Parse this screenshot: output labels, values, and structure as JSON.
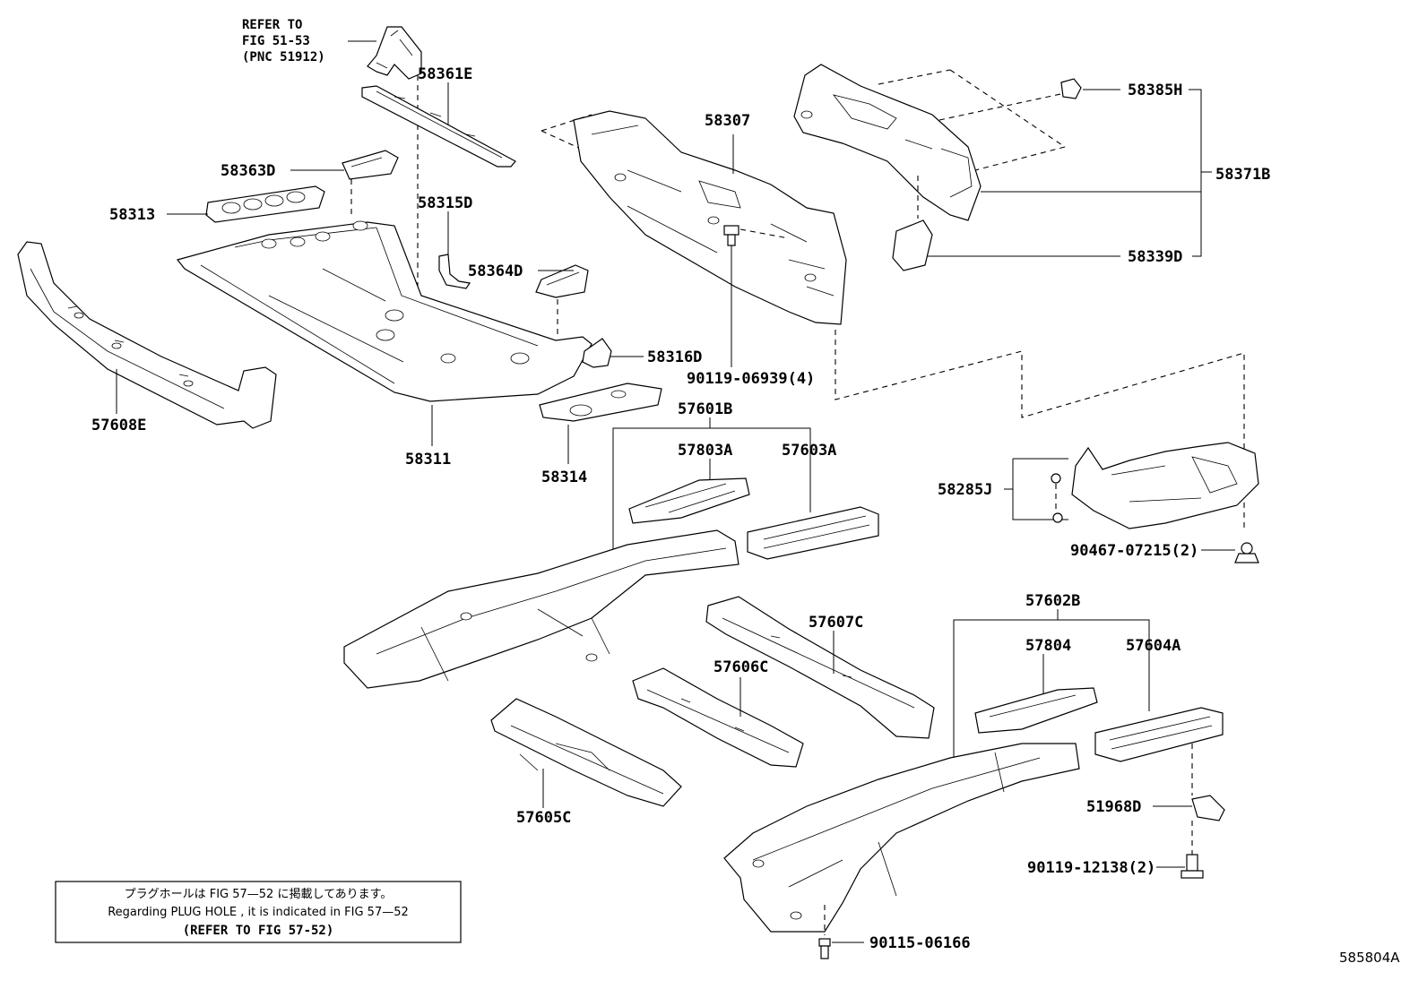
{
  "reference_note": {
    "line1": "REFER TO",
    "line2": "FIG 51-53",
    "line3": "(PNC 51912)"
  },
  "part_labels": {
    "p58361E": "58361E",
    "p58363D": "58363D",
    "p58313": "58313",
    "p58315D": "58315D",
    "p58364D": "58364D",
    "p58316D": "58316D",
    "p58311": "58311",
    "p58314": "58314",
    "p57608E": "57608E",
    "p58307": "58307",
    "p90119_06939": "90119-06939(4)",
    "p58385H": "58385H",
    "p58371B": "58371B",
    "p58339D": "58339D",
    "p57601B": "57601B",
    "p57803A": "57803A",
    "p57603A": "57603A",
    "p58285J": "58285J",
    "p90467_07215": "90467-07215(2)",
    "p57607C": "57607C",
    "p57606C": "57606C",
    "p57605C": "57605C",
    "p57602B": "57602B",
    "p57804": "57804",
    "p57604A": "57604A",
    "p51968D": "51968D",
    "p90119_12138": "90119-12138(2)",
    "p90115_06166": "90115-06166"
  },
  "note_box": {
    "line_jp": "プラグホールは FIG  57—52 に掲載してあります。",
    "line_en": "Regarding  PLUG  HOLE , it is indicated in  FIG  57—52",
    "line_ref": "(REFER  TO  FIG  57-52)"
  },
  "catalog_id": "585804A"
}
